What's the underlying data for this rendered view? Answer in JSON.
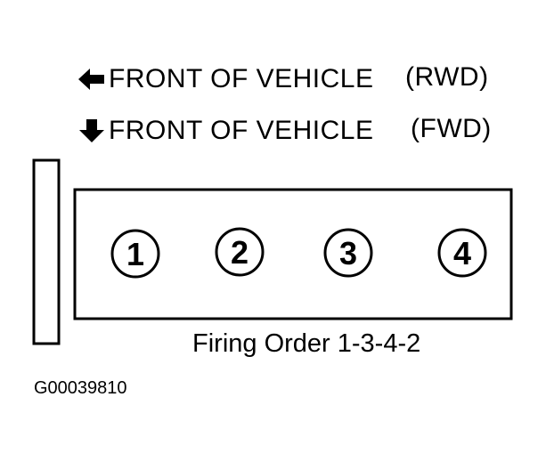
{
  "front_labels": {
    "rwd": {
      "text": "FRONT OF VEHICLE",
      "drive": "(RWD)",
      "arrow_icon": "arrow-left-icon"
    },
    "fwd": {
      "text": "FRONT OF VEHICLE",
      "drive": "(FWD)",
      "arrow_icon": "arrow-down-icon"
    }
  },
  "cylinders": [
    {
      "number": "1"
    },
    {
      "number": "2"
    },
    {
      "number": "3"
    },
    {
      "number": "4"
    }
  ],
  "firing_order_label": "Firing Order 1-3-4-2",
  "figure_id": "G00039810",
  "colors": {
    "ink": "#000000",
    "background": "#ffffff"
  }
}
